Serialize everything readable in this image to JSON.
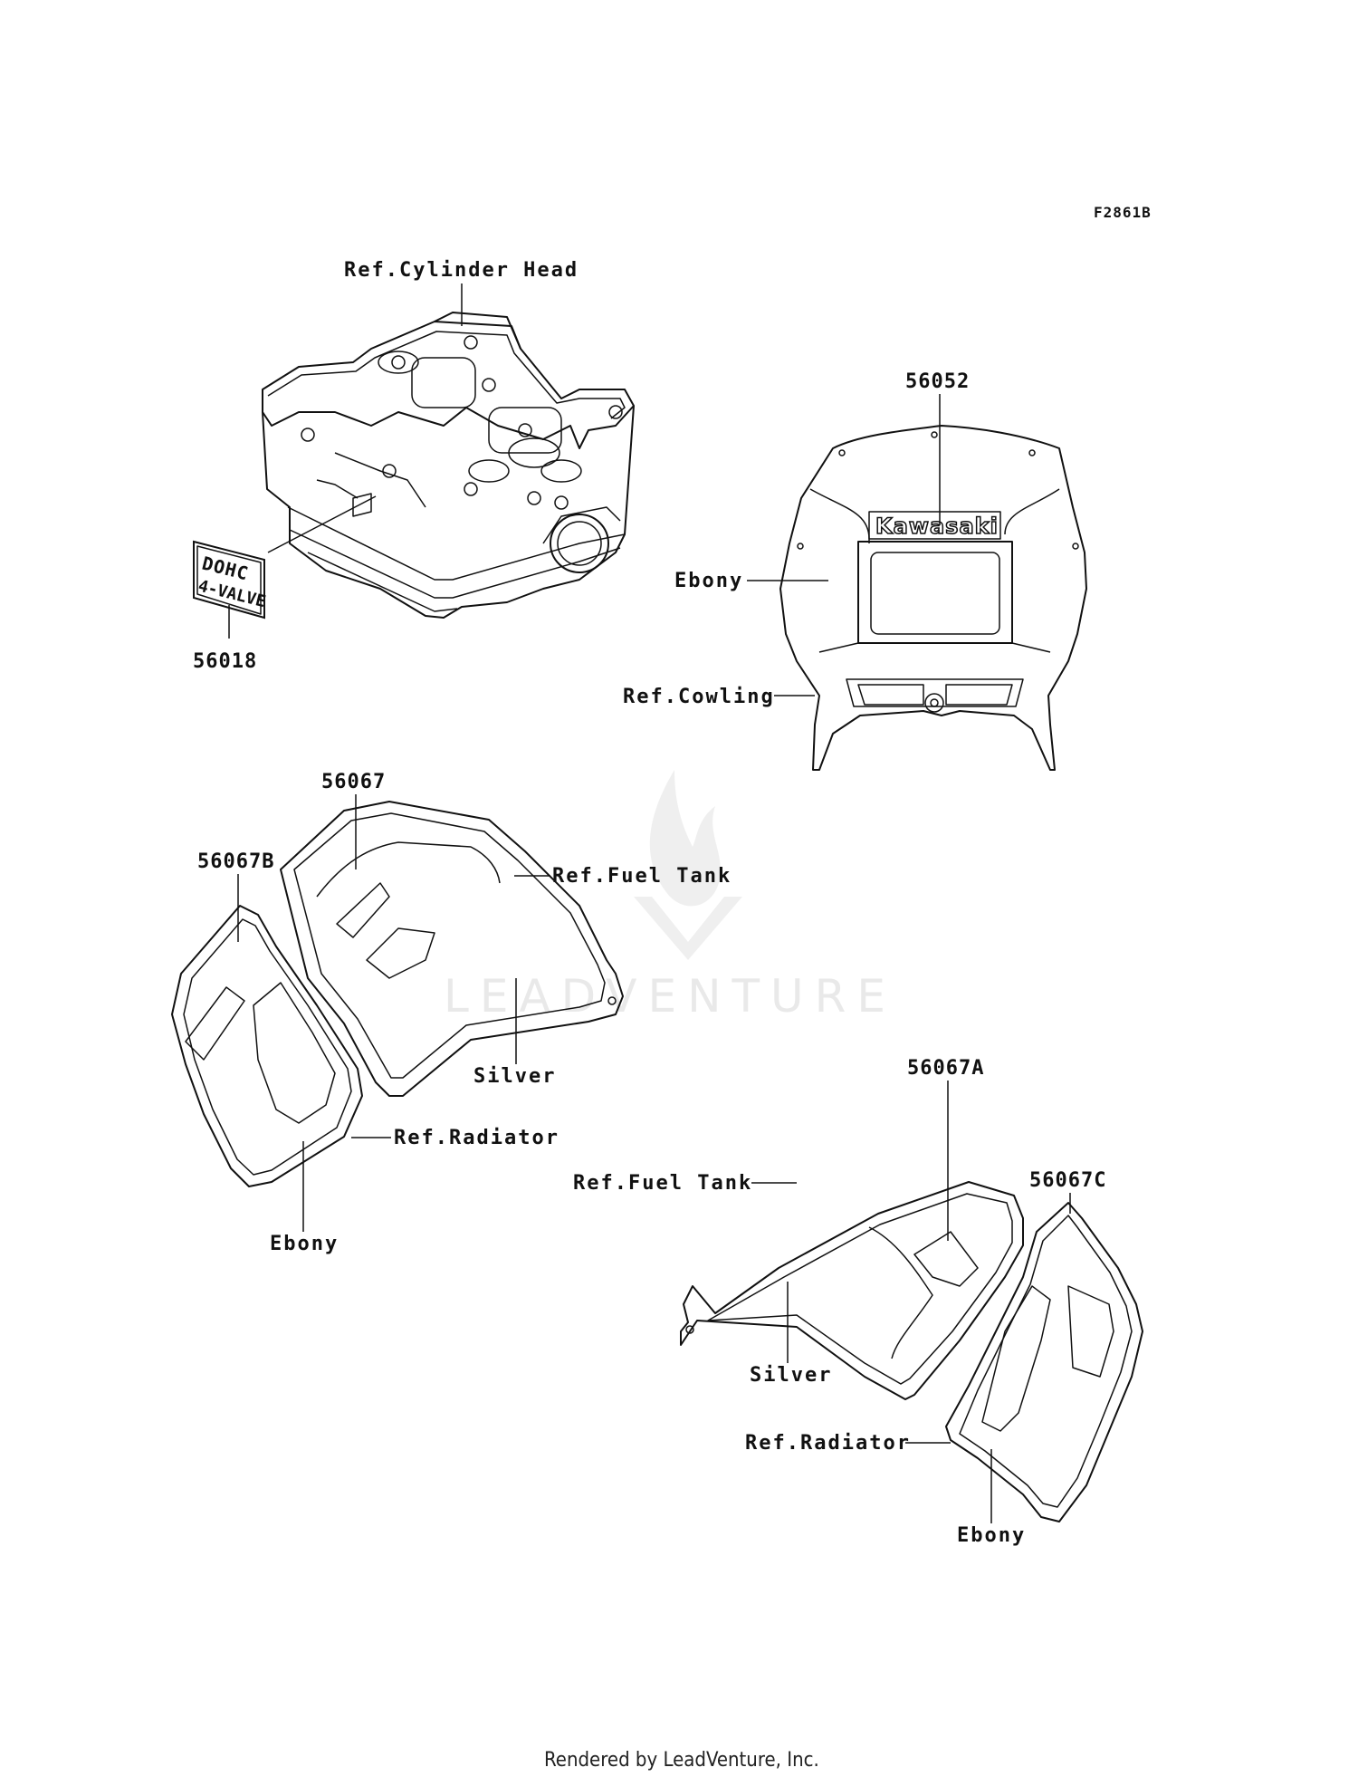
{
  "diagram_code": "F2861B",
  "watermark": "LEADVENTURE",
  "footer": "Rendered by LeadVenture, Inc.",
  "decal_text": {
    "dohc_line1": "DOHC",
    "dohc_line2": "4-VALVE",
    "cowling_brand": "Kawasaki"
  },
  "callouts": {
    "ref_cylinder_head": "Ref.Cylinder Head",
    "p56018": "56018",
    "p56052": "56052",
    "ebony_cowl": "Ebony",
    "ref_cowling": "Ref.Cowling",
    "p56067": "56067",
    "p56067b": "56067B",
    "ref_fuel_tank_left": "Ref.Fuel Tank",
    "silver_left": "Silver",
    "ref_radiator_left": "Ref.Radiator",
    "ebony_left": "Ebony",
    "p56067a": "56067A",
    "p56067c": "56067C",
    "ref_fuel_tank_right": "Ref.Fuel Tank",
    "silver_right": "Silver",
    "ref_radiator_right": "Ref.Radiator",
    "ebony_right": "Ebony"
  }
}
